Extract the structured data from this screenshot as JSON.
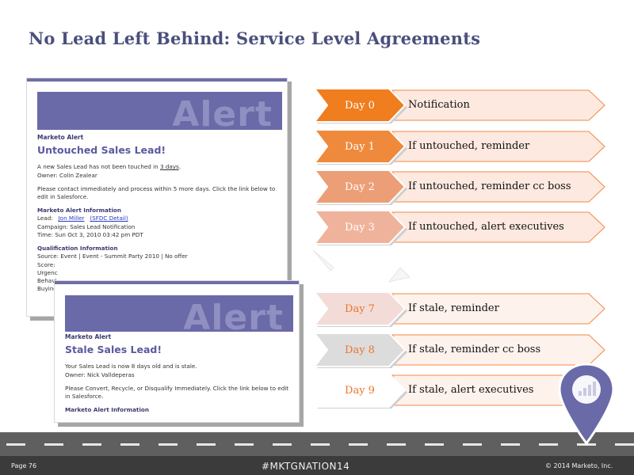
{
  "title": "No Lead Left Behind: Service Level Agreements",
  "alert_banner_word": "Alert",
  "alert1": {
    "kicker": "Marketo Alert",
    "headline": "Untouched Sales Lead!",
    "line1_pre": "A new Sales Lead has not been touched in ",
    "line1_days": "3 days",
    "line1_post": ".",
    "owner": "Owner: Colin Zealear",
    "instructions": "Please contact immediately and process within 5 more days. Click the link below to edit in Salesforce.",
    "info_header": "Marketo Alert Information",
    "lead_label": "Lead:",
    "lead_name": "Jon Miller",
    "lead_link": "(SFDC Detail)",
    "campaign": "Campaign: Sales Lead Notification",
    "time": "Time: Sun Oct 3, 2010 03:42 pm PDT",
    "qual_header": "Qualification Information",
    "source": "Source: Event | Event - Summit Party 2010 | No offer",
    "score": "Score:",
    "urgency": "Urgenc",
    "behavior": "Behavi",
    "buying": "Buying"
  },
  "alert2": {
    "kicker": "Marketo Alert",
    "headline": "Stale Sales Lead!",
    "line1": "Your Sales Lead is now 8 days old and is stale.",
    "owner": "Owner: Nick Valldeperas",
    "instructions": "Please Convert, Recycle, or Disqualify Immediately. Click the link below to edit in Salesforce.",
    "info_header": "Marketo Alert Information"
  },
  "sla_rows": [
    {
      "day": "Day 0",
      "text": "Notification",
      "fill": "#f07d1e",
      "day_text_color": "#ffffff",
      "desc_fill": "#fde9e0"
    },
    {
      "day": "Day 1",
      "text": "If untouched, reminder",
      "fill": "#ef8a3c",
      "day_text_color": "#ffffff",
      "desc_fill": "#fde9e0"
    },
    {
      "day": "Day 2",
      "text": "If untouched, reminder cc boss",
      "fill": "#ec9e76",
      "day_text_color": "#ffffff",
      "desc_fill": "#fde9e0"
    },
    {
      "day": "Day 3",
      "text": "If untouched, alert executives",
      "fill": "#efb39c",
      "day_text_color": "#ffffff",
      "desc_fill": "#fde9e0"
    },
    {
      "day": "Day 7",
      "text": "If stale, reminder",
      "fill": "#f3dcd8",
      "day_text_color": "#e8762b",
      "desc_fill": "#fef2ec"
    },
    {
      "day": "Day 8",
      "text": "If stale, reminder cc boss",
      "fill": "#dcdcdc",
      "day_text_color": "#e8762b",
      "desc_fill": "#fef2ec"
    },
    {
      "day": "Day 9",
      "text": "If stale, alert executives",
      "fill": "#ffffff",
      "day_text_color": "#e8762b",
      "desc_fill": "#fef2ec"
    }
  ],
  "footer": {
    "page": "Page 76",
    "hashtag": "#MKTGNATION14",
    "copyright": "© 2014 Marketo, Inc."
  },
  "colors": {
    "title": "#4a4f7c",
    "chevron_border": "#f08a45",
    "alert_banner": "#6a6aa9",
    "road": "#5f5f5f",
    "pin": "#6a6aa9"
  },
  "icons": {
    "pin": "map-pin-icon"
  }
}
